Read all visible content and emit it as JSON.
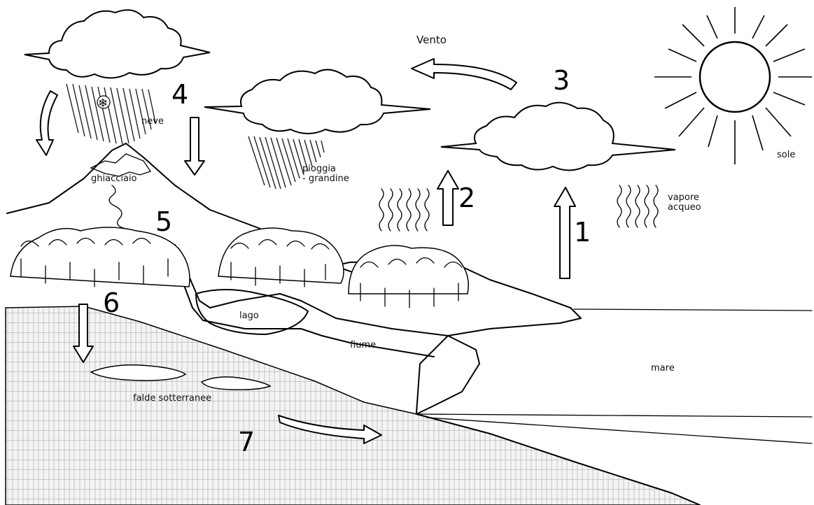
{
  "labels": {
    "wind": "Vento",
    "sun": "sole",
    "snow": "neve",
    "rain_1": "pioggia",
    "rain_2": "- grandine",
    "glacier": "ghiacciaio",
    "vapor_1": "vapore",
    "vapor_2": "acqueo",
    "lake": "lago",
    "river": "fiume",
    "sea": "mare",
    "groundwater": "falde sotterranee"
  },
  "steps": [
    "1",
    "2",
    "3",
    "4",
    "5",
    "6",
    "7"
  ]
}
